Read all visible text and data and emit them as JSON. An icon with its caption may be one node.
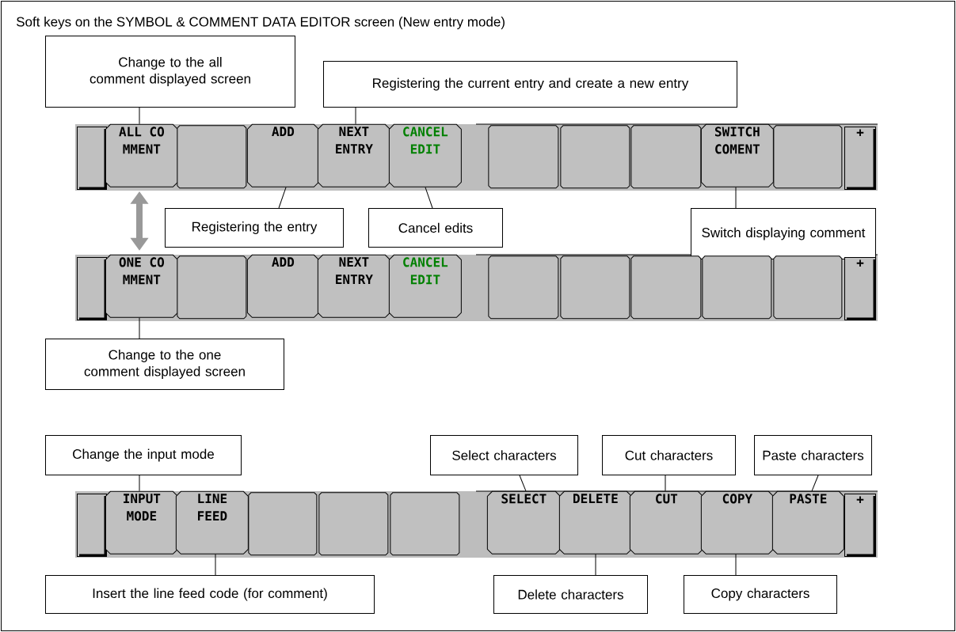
{
  "diagram": {
    "title": "Soft keys on the SYMBOL & COMMENT DATA EDITOR screen (New entry mode)",
    "nodes": [
      {
        "text": [
          "Change to the all comment displayed screen"
        ]
      },
      {
        "text": [
          "Registering the current entry and create a new entry"
        ]
      },
      {
        "text": [],
        "shape": "box"
      },
      {
        "text": [
          "ALL CO MMENT"
        ]
      },
      {
        "text": [],
        "shape": "box"
      },
      {
        "text": [
          "ADD"
        ]
      },
      {
        "text": [
          "NEXT ENTRY"
        ]
      },
      {
        "text": [
          "CANCEL EDIT"
        ]
      },
      {
        "text": [],
        "shape": "box"
      },
      {
        "text": [],
        "shape": "box"
      },
      {
        "text": [],
        "shape": "box"
      },
      {
        "text": [
          "SWITCH COMENT"
        ]
      },
      {
        "text": [],
        "shape": "box"
      },
      {
        "text": [
          "+"
        ]
      },
      {
        "text": [
          "Registering the entry"
        ]
      },
      {
        "text": [
          "Cancel edits"
        ]
      },
      {
        "text": [
          "Switch displaying comment"
        ]
      },
      {
        "text": [],
        "shape": "box"
      },
      {
        "text": [
          "ONE CO MMENT"
        ]
      },
      {
        "text": [],
        "shape": "box"
      },
      {
        "text": [
          "ADD"
        ]
      },
      {
        "text": [
          "NEXT ENTRY"
        ]
      },
      {
        "text": [
          "CANCEL EDIT"
        ]
      },
      {
        "text": [],
        "shape": "box"
      },
      {
        "text": [],
        "shape": "box"
      },
      {
        "text": [],
        "shape": "box"
      },
      {
        "text": [],
        "shape": "box"
      },
      {
        "text": [],
        "shape": "box"
      },
      {
        "text": [
          "+"
        ]
      },
      {
        "text": [
          "Change to the one comment displayed screen"
        ]
      },
      {
        "text": [
          "Change the input mode"
        ]
      },
      {
        "text": [
          "Select characters"
        ]
      },
      {
        "text": [
          "Cut characters"
        ]
      },
      {
        "text": [
          "Paste characters"
        ]
      },
      {
        "text": [],
        "shape": "box"
      },
      {
        "text": [
          "INPUT MODE"
        ]
      },
      {
        "text": [
          "LINE FEED"
        ]
      },
      {
        "text": [],
        "shape": "box"
      },
      {
        "text": [],
        "shape": "box"
      },
      {
        "text": [],
        "shape": "box"
      },
      {
        "text": [
          "SELECT"
        ]
      },
      {
        "text": [
          "DELETE"
        ]
      },
      {
        "text": [
          "CUT"
        ]
      },
      {
        "text": [
          "COPY"
        ]
      },
      {
        "text": [
          "PASTE"
        ]
      },
      {
        "text": [
          "+"
        ]
      },
      {
        "text": [
          "Insert the line feed code (for comment)"
        ]
      },
      {
        "text": [
          "Delete characters"
        ]
      },
      {
        "text": [
          "Copy characters"
        ]
      }
    ],
    "edges": [
      {
        "from": 0,
        "to": 3,
        "arrow": "none"
      },
      {
        "from": 1,
        "to": 6,
        "arrow": "none"
      },
      {
        "from": 14,
        "to": 5,
        "arrow": "none"
      },
      {
        "from": 15,
        "to": 7,
        "arrow": "none"
      },
      {
        "from": 16,
        "to": 11,
        "arrow": "none"
      },
      {
        "from": 3,
        "to": 18,
        "arrow": "both",
        "style": "thick",
        "color": "#999999"
      },
      {
        "from": 29,
        "to": 18,
        "arrow": "none"
      },
      {
        "from": 30,
        "to": 35,
        "arrow": "none"
      },
      {
        "from": 31,
        "to": 40,
        "arrow": "none"
      },
      {
        "from": 32,
        "to": 42,
        "arrow": "none"
      },
      {
        "from": 33,
        "to": 44,
        "arrow": "none"
      },
      {
        "from": 46,
        "to": 36,
        "arrow": "none"
      },
      {
        "from": 47,
        "to": 41,
        "arrow": "none"
      },
      {
        "from": 48,
        "to": 43,
        "arrow": "none"
      }
    ]
  }
}
